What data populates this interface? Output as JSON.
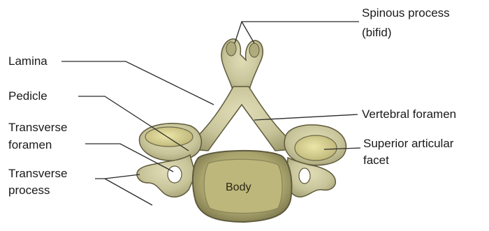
{
  "labels": {
    "spinous_process": "Spinous process",
    "spinous_bifid": "(bifid)",
    "lamina": "Lamina",
    "pedicle": "Pedicle",
    "transverse_foramen_1": "Transverse",
    "transverse_foramen_2": "foramen",
    "transverse_process_1": "Transverse",
    "transverse_process_2": "process",
    "vertebral_foramen": "Vertebral foramen",
    "superior_articular_1": "Superior articular",
    "superior_articular_2": "facet",
    "body": "Body"
  },
  "colors": {
    "bone": "#c8c49a",
    "bone_shadow": "#8f8a5e",
    "bone_outline": "#5e5a3c",
    "facet": "#d8d290",
    "body_top": "#b8b27a",
    "leader": "#2a2a2a"
  }
}
